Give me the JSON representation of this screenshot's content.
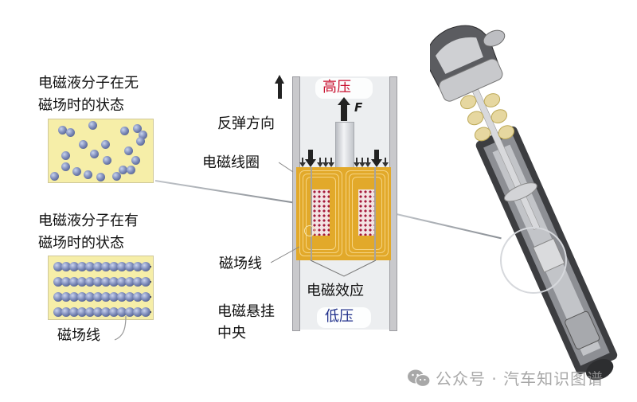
{
  "left_panel": {
    "no_field": {
      "title_line1": "电磁液分子在无",
      "title_line2": "磁场时的状态"
    },
    "with_field": {
      "title_line1": "电磁液分子在有",
      "title_line2": "磁场时的状态",
      "field_line_label": "磁场线"
    }
  },
  "center_diagram": {
    "rebound_direction": "反弹方向",
    "high_pressure": "高压",
    "force_label": "F",
    "coil_label": "电磁线圈",
    "field_line_label": "磁场线",
    "em_effect_label": "电磁效应",
    "low_pressure": "低压",
    "center_label_line1": "电磁悬挂",
    "center_label_line2": "中央"
  },
  "colors": {
    "high_pressure": "#c8102e",
    "low_pressure": "#1f2f8a",
    "coil": "#e2a92a",
    "fluid_panel": "#f6eea8",
    "particle": "#7f8dbb"
  },
  "watermark": {
    "icon": "wechat-icon",
    "text": "公众号 · 汽车知识图谱"
  }
}
